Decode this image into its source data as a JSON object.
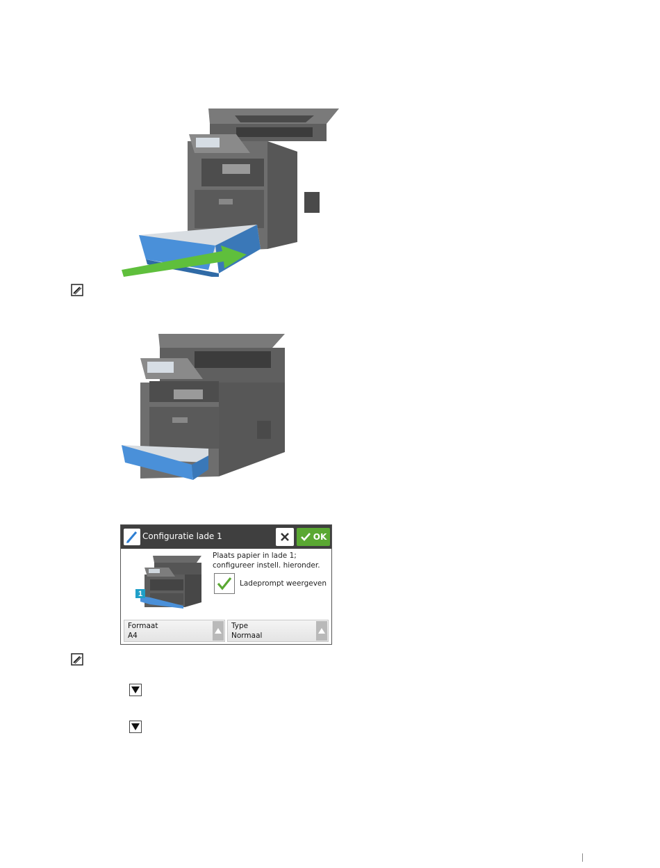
{
  "panel": {
    "title": "Configuratie lade 1",
    "ok_label": "OK",
    "message_line1": "Plaats papier in lade 1;",
    "message_line2": "configureer instell. hieronder.",
    "checkbox_label": "Ladeprompt weergeven",
    "tray_number": "1",
    "fields": [
      {
        "label": "Formaat",
        "value": "A4"
      },
      {
        "label": "Type",
        "value": "Normaal"
      }
    ]
  },
  "icons": {
    "note": "note-pencil-icon",
    "edit": "edit-pencil-icon",
    "close": "close-x-icon",
    "ok": "checkmark-icon",
    "scroll": "triangle-up-icon",
    "down": "triangle-down-icon"
  },
  "colors": {
    "tray_blue": "#4a90d9",
    "arrow_green": "#5fbf3c",
    "ok_green": "#5aa832",
    "panel_header": "#3f3f3f",
    "tray_label_cyan": "#1f9fc8"
  }
}
